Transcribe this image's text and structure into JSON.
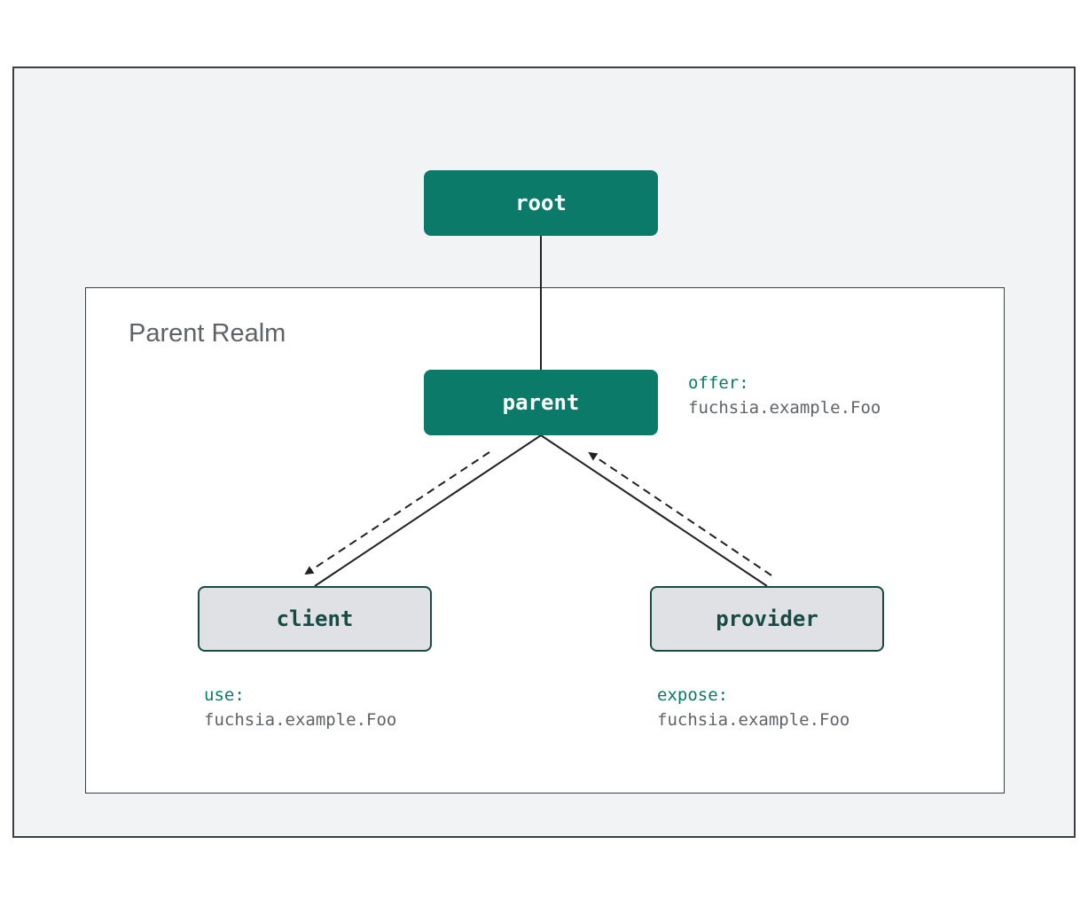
{
  "diagram": {
    "realm_title": "Parent Realm",
    "nodes": {
      "root": "root",
      "parent": "parent",
      "client": "client",
      "provider": "provider"
    },
    "annotations": {
      "offer": {
        "keyword": "offer:",
        "value": "fuchsia.example.Foo"
      },
      "use": {
        "keyword": "use:",
        "value": "fuchsia.example.Foo"
      },
      "expose": {
        "keyword": "expose:",
        "value": "fuchsia.example.Foo"
      }
    }
  },
  "colors": {
    "node_dark": "#0b7a68",
    "node_light": "#dfe1e4",
    "node_light_border": "#174b44",
    "keyword": "#0b7a68",
    "text_gray": "#5f6368",
    "frame_background": "#f1f3f4",
    "line": "#202124"
  }
}
